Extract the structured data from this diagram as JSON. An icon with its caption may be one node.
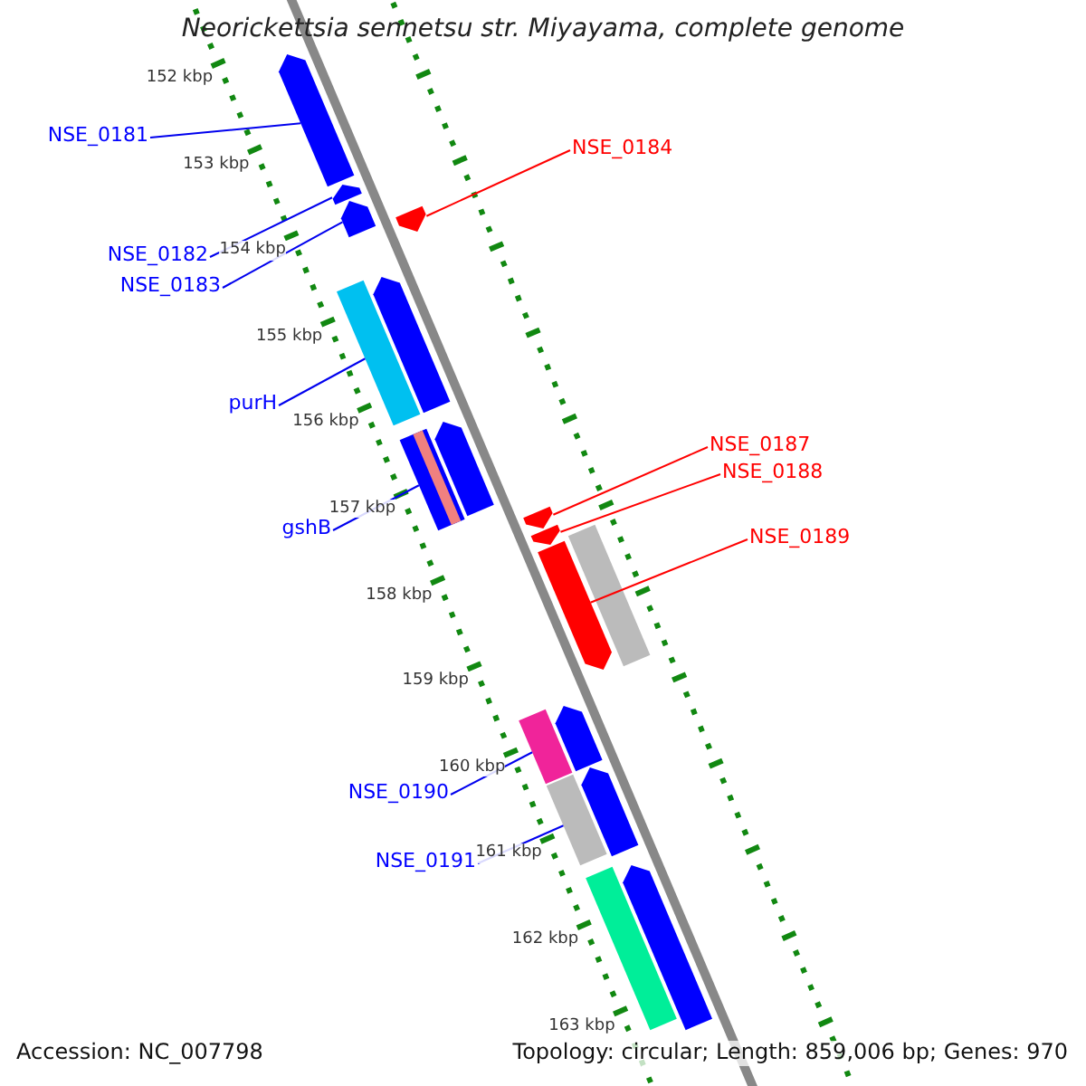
{
  "diagram": {
    "title": "Neorickettsia sennetsu str. Miyayama, complete genome",
    "nodes": [
      {
        "text": [
          "NSE_0181"
        ]
      },
      {
        "text": [
          "NSE_0182"
        ]
      },
      {
        "text": [
          "NSE_0183"
        ]
      },
      {
        "text": [
          "purH"
        ]
      },
      {
        "text": [
          "gshB"
        ]
      },
      {
        "text": [
          "NSE_0190"
        ]
      },
      {
        "text": [
          "NSE_0191"
        ]
      },
      {
        "text": [
          "NSE_0184"
        ]
      },
      {
        "text": [
          "NSE_0187"
        ]
      },
      {
        "text": [
          "NSE_0188"
        ]
      },
      {
        "text": [
          "NSE_0189"
        ]
      },
      {
        "text": [],
        "shape": "bar"
      },
      {
        "text": [],
        "shape": "bar"
      },
      {
        "text": [],
        "shape": "bar"
      },
      {
        "text": [],
        "shape": "bar"
      },
      {
        "text": [],
        "shape": "bar"
      },
      {
        "text": [],
        "shape": "bar"
      },
      {
        "text": [],
        "shape": "bar"
      },
      {
        "text": [],
        "shape": "bar"
      },
      {
        "text": [],
        "shape": "bar"
      },
      {
        "text": [],
        "shape": "bar"
      },
      {
        "text": [],
        "shape": "bar"
      },
      {
        "text": [],
        "shape": "bar"
      },
      {
        "text": [],
        "shape": "bar"
      },
      {
        "text": [],
        "shape": "bar"
      },
      {
        "text": [],
        "shape": "bar"
      },
      {
        "text": [],
        "shape": "bar"
      },
      {
        "text": [],
        "shape": "bar"
      },
      {
        "text": [],
        "shape": "bar"
      }
    ],
    "edges": [
      {
        "from": 0,
        "to": 11,
        "arrow": "none"
      },
      {
        "from": 1,
        "to": 12,
        "arrow": "none"
      },
      {
        "from": 2,
        "to": 13,
        "arrow": "none"
      },
      {
        "from": 3,
        "to": 14,
        "arrow": "none"
      },
      {
        "from": 4,
        "to": 15,
        "arrow": "none"
      },
      {
        "from": 5,
        "to": 16,
        "arrow": "none"
      },
      {
        "from": 6,
        "to": 17,
        "arrow": "none"
      },
      {
        "from": 7,
        "to": 18,
        "arrow": "none",
        "color": "#ff0000"
      },
      {
        "from": 8,
        "to": 19,
        "arrow": "none",
        "color": "#ff0000"
      },
      {
        "from": 9,
        "to": 20,
        "arrow": "none",
        "color": "#ff0000"
      },
      {
        "from": 10,
        "to": 21,
        "arrow": "none",
        "color": "#ff0000"
      }
    ],
    "labels": [
      "152 kbp",
      "153 kbp",
      "154 kbp",
      "155 kbp",
      "156 kbp",
      "157 kbp",
      "158 kbp",
      "159 kbp",
      "160 kbp",
      "161 kbp",
      "162 kbp",
      "163 kbp",
      "Accession: NC_007798",
      "Topology: circular; Length: 859,006 bp; Genes: 970"
    ]
  }
}
